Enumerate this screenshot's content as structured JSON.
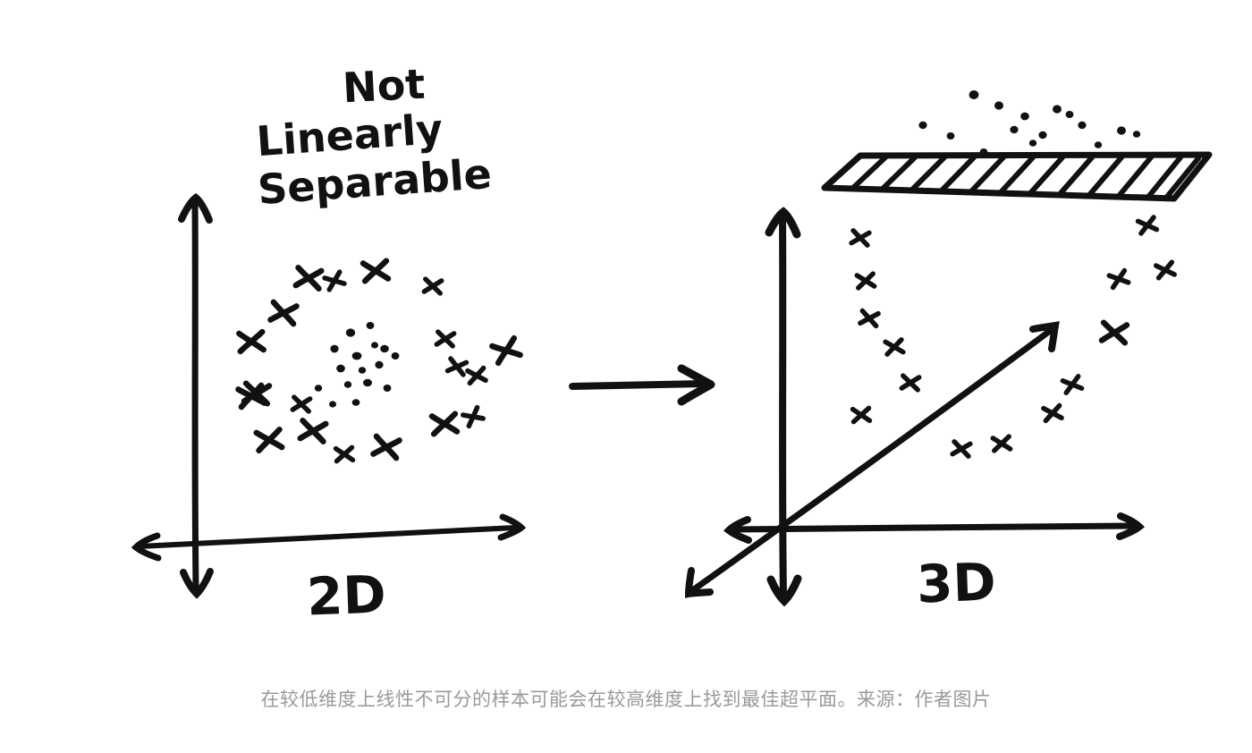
{
  "page": {
    "background_color": "#ffffff",
    "ink_color": "#111111",
    "caption_color": "#9a9a9a"
  },
  "annotations": {
    "title": "Not Linearly Separable",
    "title_lines": [
      "Not",
      "Linearly",
      "Separable"
    ],
    "label_2d": "2D",
    "label_3d": "3D",
    "transform_arrow": "right-arrow"
  },
  "caption": {
    "text": "在较低维度上线性不可分的样本可能会在较高维度上找到最佳超平面。来源：作者图片"
  },
  "chart_data": {
    "type": "scatter",
    "title": "Not Linearly Separable",
    "panels": [
      {
        "name": "2d-panel",
        "label": "2D",
        "axes": [
          {
            "name": "vertical-axis",
            "x1": 218,
            "y1": 222,
            "x2": 218,
            "y2": 662,
            "arrows": "both"
          },
          {
            "name": "horizontal-axis",
            "x1": 150,
            "y1": 612,
            "x2": 582,
            "y2": 590,
            "arrows": "both"
          }
        ],
        "series": [
          {
            "name": "class-x-outer-ring",
            "marker": "x",
            "count": 19,
            "points": [
              [
                345,
                311
              ],
              [
                372,
                314
              ],
              [
                420,
                303
              ],
              [
                484,
                320
              ],
              [
                317,
                350
              ],
              [
                285,
                382
              ],
              [
                277,
                440
              ],
              [
                292,
                444
              ],
              [
                302,
                492
              ],
              [
                350,
                482
              ],
              [
                385,
                508
              ],
              [
                432,
                500
              ],
              [
                497,
                474
              ],
              [
                527,
                466
              ],
              [
                511,
                410
              ],
              [
                533,
                420
              ],
              [
                566,
                392
              ],
              [
                573,
                375
              ],
              [
                498,
                379
              ]
            ]
          },
          {
            "name": "class-dot-inner-cluster",
            "marker": "dot",
            "count": 16,
            "points": [
              [
                392,
                372
              ],
              [
                414,
                364
              ],
              [
                430,
                390
              ],
              [
                374,
                390
              ],
              [
                399,
                398
              ],
              [
                405,
                414
              ],
              [
                424,
                408
              ],
              [
                442,
                398
              ],
              [
                381,
                412
              ],
              [
                389,
                430
              ],
              [
                411,
                428
              ],
              [
                433,
                434
              ],
              [
                356,
                434
              ],
              [
                372,
                452
              ],
              [
                398,
                450
              ],
              [
                419,
                386
              ]
            ]
          }
        ]
      },
      {
        "name": "3d-panel",
        "label": "3D",
        "axes": [
          {
            "name": "vertical-axis",
            "x1": 875,
            "y1": 238,
            "x2": 875,
            "y2": 672,
            "arrows": "both"
          },
          {
            "name": "horizontal-axis",
            "x1": 812,
            "y1": 592,
            "x2": 1272,
            "y2": 588,
            "arrows": "both"
          },
          {
            "name": "depth-axis",
            "x1": 772,
            "y1": 662,
            "x2": 1178,
            "y2": 366,
            "arrows": "both"
          }
        ],
        "hyperplane": {
          "name": "separating-hyperplane",
          "shape": "hatched-parallelogram",
          "hatch_lines": 12,
          "corners": [
            [
              922,
              208
            ],
            [
              962,
              172
            ],
            [
              1352,
              172
            ],
            [
              1312,
              222
            ]
          ]
        },
        "series": [
          {
            "name": "class-dot-above-hyperplane",
            "marker": "dot",
            "count": 15,
            "points": [
              [
                1032,
                140
              ],
              [
                1063,
                152
              ],
              [
                1089,
                106
              ],
              [
                1117,
                118
              ],
              [
                1134,
                145
              ],
              [
                1146,
                130
              ],
              [
                1155,
                160
              ],
              [
                1166,
                151
              ],
              [
                1182,
                122
              ],
              [
                1196,
                128
              ],
              [
                1210,
                140
              ],
              [
                1228,
                162
              ],
              [
                1254,
                146
              ],
              [
                1271,
                150
              ],
              [
                1100,
                170
              ]
            ]
          },
          {
            "name": "class-x-below-hyperplane",
            "marker": "x",
            "count": 16,
            "points": [
              [
                962,
                266
              ],
              [
                968,
                314
              ],
              [
                972,
                356
              ],
              [
                1000,
                388
              ],
              [
                1018,
                428
              ],
              [
                963,
                464
              ],
              [
                1075,
                502
              ],
              [
                1120,
                496
              ],
              [
                1283,
                252
              ],
              [
                1251,
                312
              ],
              [
                1303,
                302
              ],
              [
                1246,
                372
              ],
              [
                1199,
                430
              ],
              [
                1177,
                462
              ],
              [
                1242,
                250
              ],
              [
                1310,
                300
              ]
            ]
          }
        ]
      }
    ],
    "xlabel": "",
    "ylabel": "",
    "grid": false,
    "legend": "none"
  }
}
